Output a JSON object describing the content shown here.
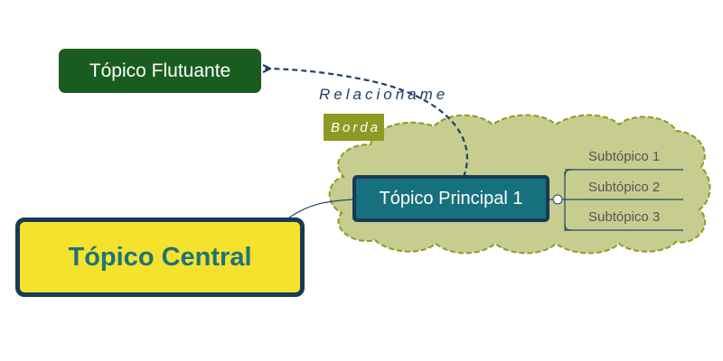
{
  "floating_topic": {
    "label": "Tópico Flutuante"
  },
  "central_topic": {
    "label": "Tópico Central"
  },
  "main_topic": {
    "label": "Tópico Principal 1",
    "subtopics": [
      "Subtópico 1",
      "Subtópico 2",
      "Subtópico 3"
    ]
  },
  "boundary": {
    "label": "Borda"
  },
  "relationship": {
    "label": "Relacioname"
  },
  "colors": {
    "floating_fill": "#1a5c1f",
    "floating_text": "#ffffff",
    "central_fill": "#f5e22c",
    "central_border": "#173a58",
    "central_text": "#1d7379",
    "main_fill": "#17707e",
    "main_border": "#173a58",
    "main_text": "#ffffff",
    "cloud_fill": "#c7cd8e",
    "cloud_border": "#8e9a24",
    "border_label_fill": "#8e9a24",
    "subtopic_text": "#555555",
    "connector": "#1f4566",
    "relationship_line": "#1f3f66",
    "relationship_text": "#1f3f66"
  }
}
